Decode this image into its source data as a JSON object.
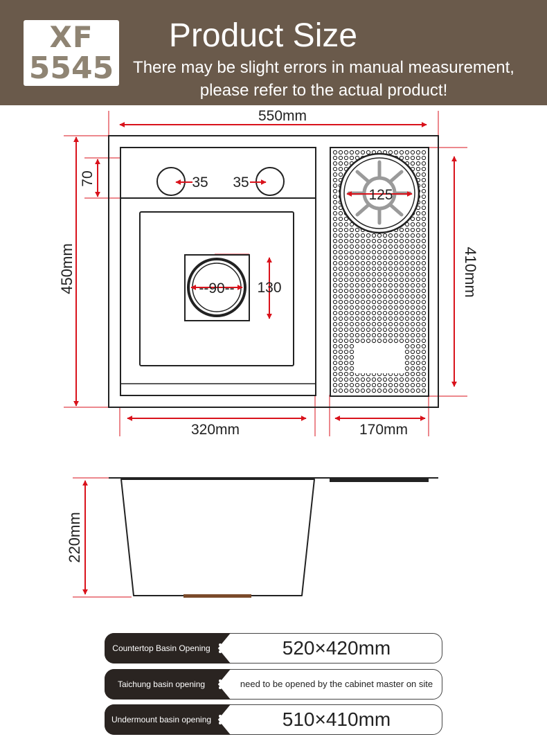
{
  "header": {
    "model_line1": "XF",
    "model_line2": "5545",
    "title": "Product Size",
    "note_line1": "There may be slight errors in manual measurement,",
    "note_line2": "please refer to the actual product!"
  },
  "top_view": {
    "width_label": "550mm",
    "height_label": "450mm",
    "shelf_height_label": "70",
    "hole_left_label": "35",
    "hole_right_label": "35",
    "burner_label": "125",
    "drain_label": "--90--",
    "drain_box_label": "130",
    "right_height_label": "410mm",
    "basin_width_label": "320mm",
    "drainboard_width_label": "170mm"
  },
  "side_view": {
    "depth_label": "220mm"
  },
  "specs": [
    {
      "label": "Countertop Basin Opening",
      "value": "520×420mm",
      "size": "big"
    },
    {
      "label": "Taichung basin opening",
      "value": "need to be opened by the cabinet master on site",
      "size": "small"
    },
    {
      "label": "Undermount basin opening",
      "value": "510×410mm",
      "size": "big"
    }
  ],
  "colors": {
    "header_bg": "#6a5a4b",
    "badge_text": "#8f8473",
    "arrow": "#d9121b",
    "tag_bg": "#2a2421"
  }
}
